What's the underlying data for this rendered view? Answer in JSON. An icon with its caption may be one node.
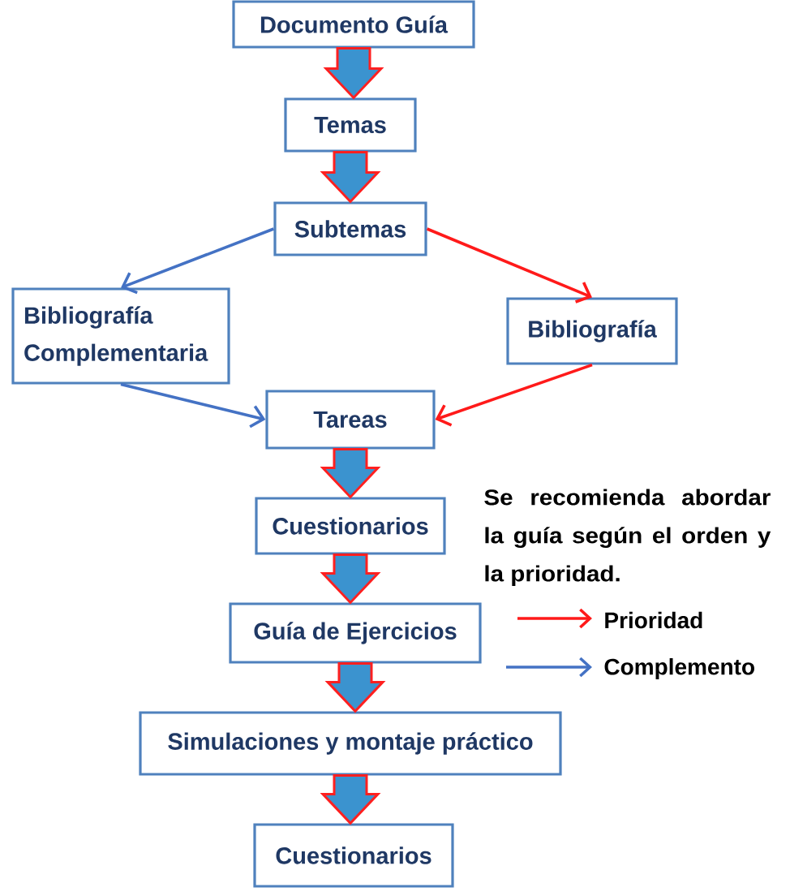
{
  "diagram": {
    "nodes": [
      {
        "text": [
          "Documento Guía"
        ]
      },
      {
        "text": [
          "Temas"
        ]
      },
      {
        "text": [
          "Subtemas"
        ]
      },
      {
        "text": [
          "Bibliografía Complementaria"
        ]
      },
      {
        "text": [
          "Bibliografía"
        ]
      },
      {
        "text": [
          "Tareas"
        ]
      },
      {
        "text": [
          "Cuestionarios"
        ]
      },
      {
        "text": [
          "Guía de Ejercicios"
        ]
      },
      {
        "text": [
          "Simulaciones y montaje práctico"
        ]
      },
      {
        "text": [
          "Cuestionarios"
        ]
      }
    ],
    "edges": [
      {
        "from": 0,
        "to": 1,
        "arrow": "to",
        "style": "thick"
      },
      {
        "from": 1,
        "to": 2,
        "arrow": "to",
        "style": "thick"
      },
      {
        "from": 2,
        "to": 3,
        "arrow": "to",
        "color": "#4472c4"
      },
      {
        "from": 2,
        "to": 4,
        "arrow": "to",
        "color": "#ff1a1a"
      },
      {
        "from": 3,
        "to": 5,
        "arrow": "to",
        "color": "#4472c4"
      },
      {
        "from": 4,
        "to": 5,
        "arrow": "to",
        "color": "#ff1a1a"
      },
      {
        "from": 5,
        "to": 6,
        "arrow": "to",
        "style": "thick"
      },
      {
        "from": 6,
        "to": 7,
        "arrow": "to",
        "style": "thick"
      },
      {
        "from": 7,
        "to": 8,
        "arrow": "to",
        "style": "thick"
      },
      {
        "from": 8,
        "to": 9,
        "arrow": "to",
        "style": "thick"
      }
    ],
    "labels": [
      "Se recomienda abordar la guía según el orden y la prioridad."
    ],
    "legend": [
      {
        "text": "Prioridad"
      },
      {
        "text": "Complemento"
      }
    ]
  }
}
